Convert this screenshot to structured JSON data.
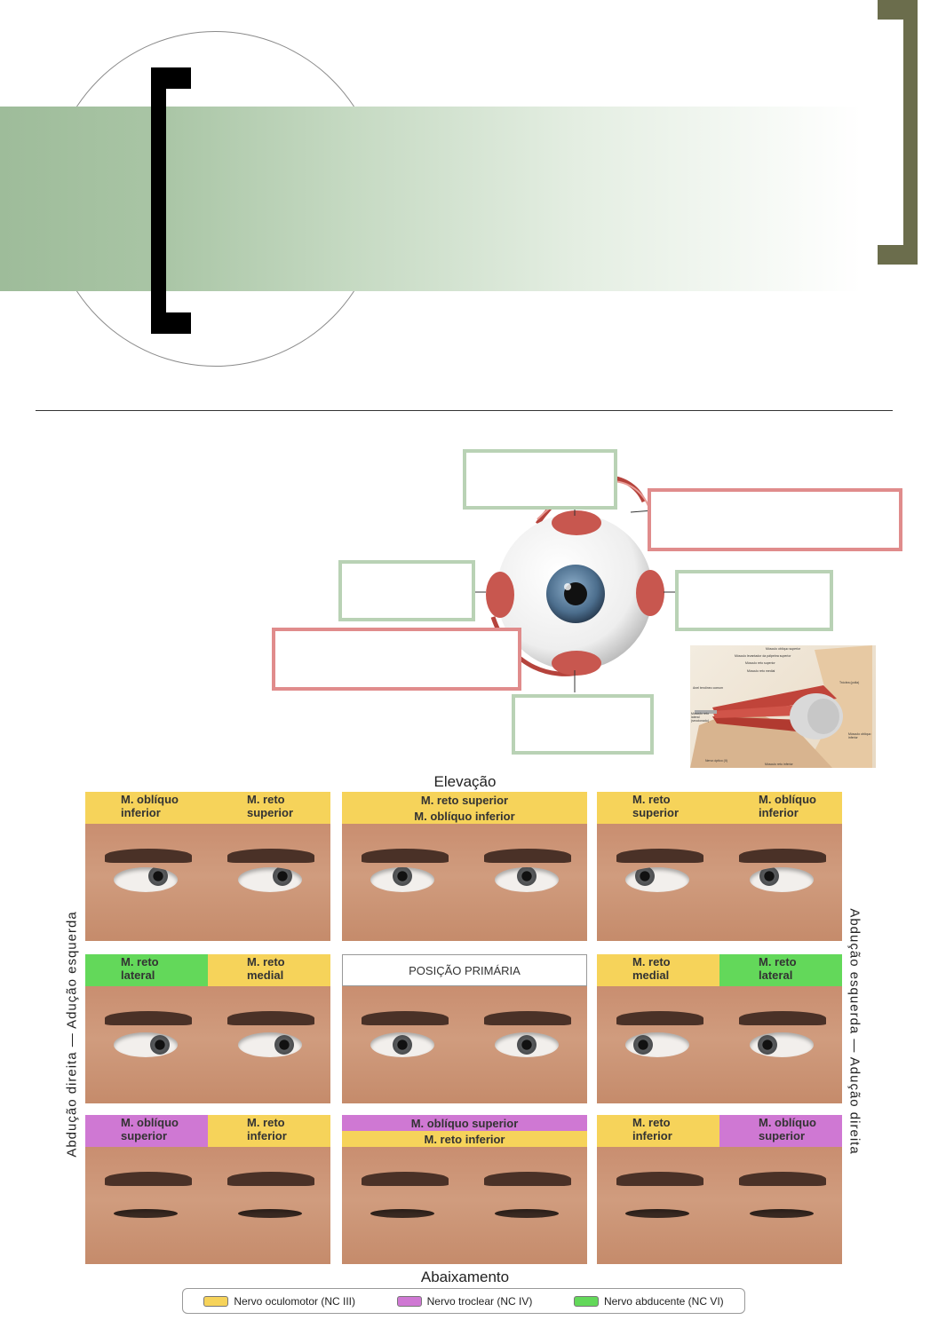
{
  "diagram": {
    "top_caption": "Elevação",
    "bottom_caption": "Abaixamento",
    "left_side": "Abdução direita — Adução esquerda",
    "right_side": "Abdução esquerda — Adução direita",
    "cells": [
      {
        "header": [
          {
            "text": "M. oblíquo\ninferior",
            "nerve": "oculomotor"
          },
          {
            "text": "M. reto\nsuperior",
            "nerve": "oculomotor"
          }
        ],
        "gaze": "up-right"
      },
      {
        "header_stacked": [
          {
            "text": "M. reto superior",
            "nerve": "oculomotor"
          },
          {
            "text": "M. oblíquo inferior",
            "nerve": "oculomotor"
          }
        ],
        "gaze": "up"
      },
      {
        "header": [
          {
            "text": "M. reto\nsuperior",
            "nerve": "oculomotor"
          },
          {
            "text": "M. oblíquo\ninferior",
            "nerve": "oculomotor"
          }
        ],
        "gaze": "up-left"
      },
      {
        "header": [
          {
            "text": "M. reto\nlateral",
            "nerve": "abducente"
          },
          {
            "text": "M. reto\nmedial",
            "nerve": "oculomotor"
          }
        ],
        "gaze": "right"
      },
      {
        "header_stacked": [
          {
            "text": "POSIÇÃO PRIMÁRIA",
            "nerve": "none"
          }
        ],
        "gaze": "center"
      },
      {
        "header": [
          {
            "text": "M. reto\nmedial",
            "nerve": "oculomotor"
          },
          {
            "text": "M. reto\nlateral",
            "nerve": "abducente"
          }
        ],
        "gaze": "left"
      },
      {
        "header": [
          {
            "text": "M. oblíquo\nsuperior",
            "nerve": "troclear"
          },
          {
            "text": "M. reto\ninferior",
            "nerve": "oculomotor"
          }
        ],
        "gaze": "down-right"
      },
      {
        "header_stacked": [
          {
            "text": "M. oblíquo superior",
            "nerve": "troclear"
          },
          {
            "text": "M. reto inferior",
            "nerve": "oculomotor"
          }
        ],
        "gaze": "down"
      },
      {
        "header": [
          {
            "text": "M. reto\ninferior",
            "nerve": "oculomotor"
          },
          {
            "text": "M. oblíquo\nsuperior",
            "nerve": "troclear"
          }
        ],
        "gaze": "down-left"
      }
    ],
    "legend": [
      {
        "label": "Nervo oculomotor (NC III)",
        "color": "#f6d35a"
      },
      {
        "label": "Nervo troclear (NC IV)",
        "color": "#cf78d3"
      },
      {
        "label": "Nervo abducente (NC VI)",
        "color": "#63d85a"
      }
    ]
  },
  "anatomy_labels": [
    "Músculo oblíquo superior",
    "Músculo levantador da pálpebra superior",
    "Músculo reto superior",
    "Músculo reto medial",
    "Tróclea (polia)",
    "Anel tendíneo comum",
    "Músculo reto lateral (seccionado)",
    "Músculo oblíquo inferior",
    "Nervo óptico (II)",
    "Músculo reto inferior"
  ],
  "colors": {
    "oculomotor": "#f6d35a",
    "troclear": "#cf78d3",
    "abducente": "#63d85a",
    "box_green": "#b9d2b5",
    "box_pink": "#e08c8c",
    "accent": "#6b6d4c"
  }
}
